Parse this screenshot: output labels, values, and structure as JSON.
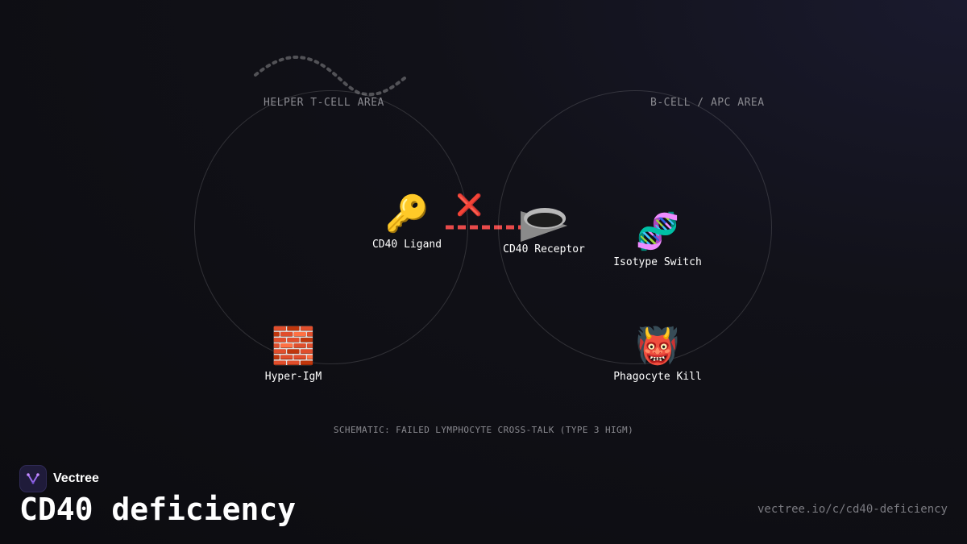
{
  "diagram": {
    "areas": {
      "left_label": "HELPER T-CELL AREA",
      "right_label": "B-CELL / APC AREA"
    },
    "nodes": {
      "ligand": {
        "icon": "key-icon",
        "emoji": "🔑",
        "label": "CD40 Ligand"
      },
      "receptor": {
        "icon": "receptor-dish-icon",
        "label": "CD40 Receptor"
      },
      "isotype": {
        "icon": "dna-icon",
        "emoji": "🧬",
        "label": "Isotype Switch"
      },
      "hyper": {
        "icon": "brick-wall-icon",
        "emoji": "🧱",
        "label": "Hyper-IgM"
      },
      "phagocyte": {
        "icon": "ogre-icon",
        "emoji": "👹",
        "label": "Phagocyte Kill"
      }
    },
    "blocked_marker": {
      "icon": "cross-mark-icon",
      "emoji": "❌"
    },
    "connection_color": "#e84a4a",
    "caption": "SCHEMATIC: FAILED LYMPHOCYTE CROSS-TALK (TYPE 3 HIGM)"
  },
  "footer": {
    "brand_name": "Vectree",
    "brand_icon": "vectree-logo-icon",
    "title": "CD40 deficiency",
    "url": "vectree.io/c/cd40-deficiency"
  }
}
